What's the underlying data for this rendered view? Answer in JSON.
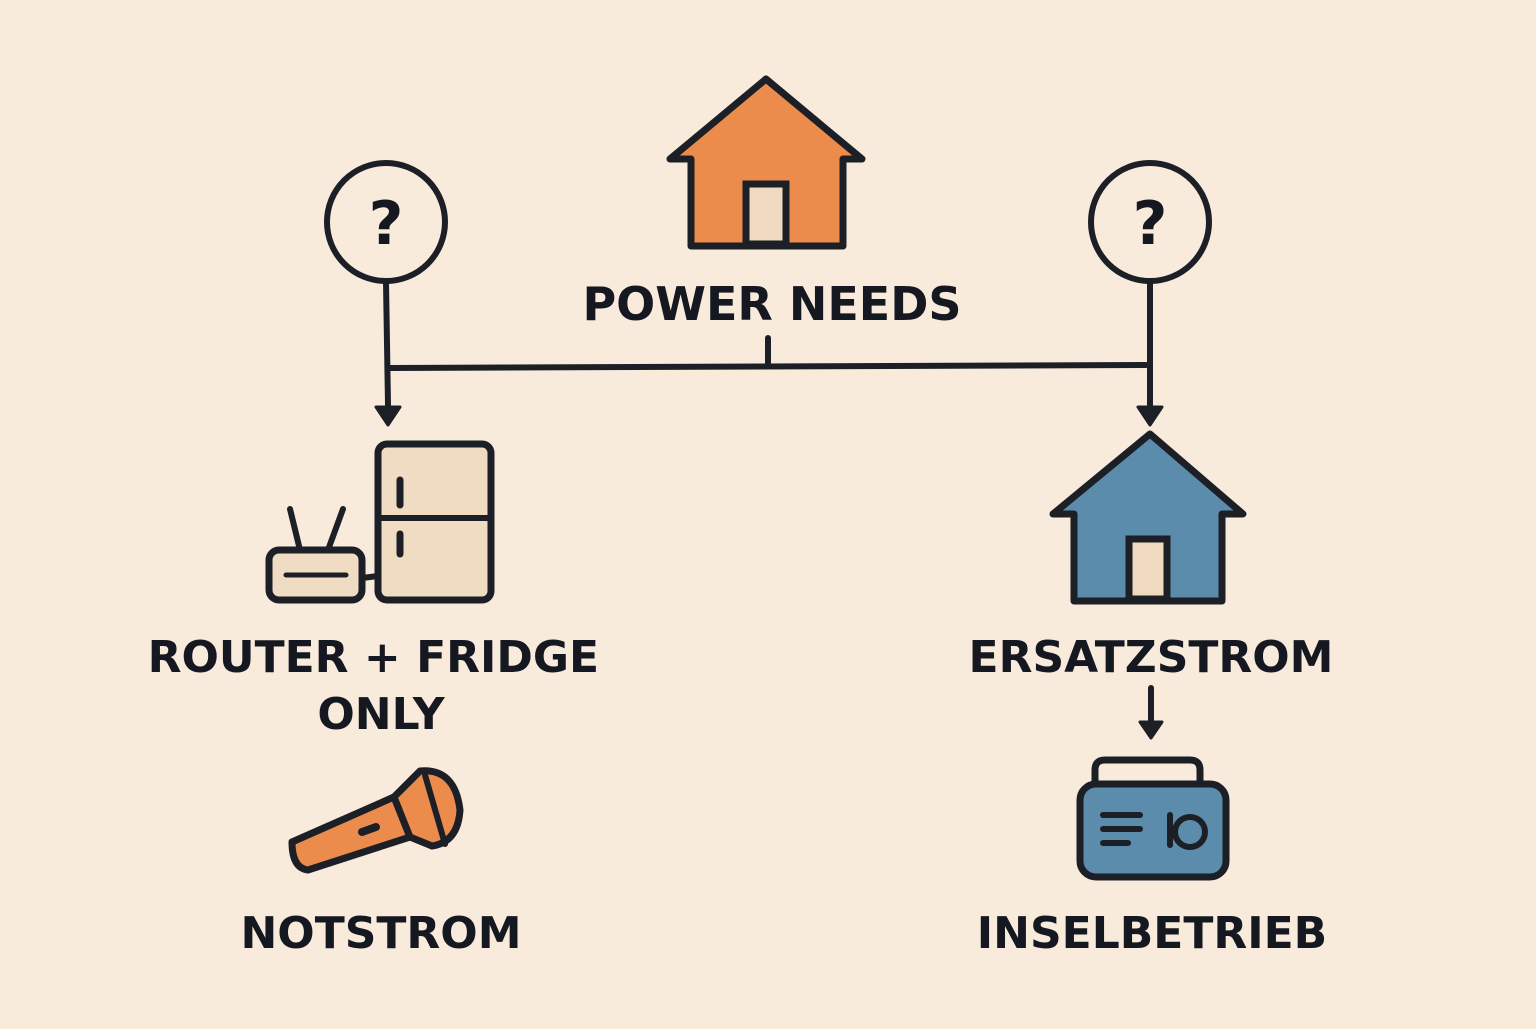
{
  "center": {
    "label": "POWER NEEDS",
    "icon": "house-icon",
    "color": "#ec8c4c"
  },
  "branches": {
    "left": {
      "question_mark": "?",
      "option_label_line1": "ROUTER + FRIDGE",
      "option_label_line2": "ONLY",
      "option_icons": [
        "router-icon",
        "fridge-icon"
      ],
      "result_label": "NOTSTROM",
      "result_icon": "flashlight-icon",
      "result_color": "#ec8c4c"
    },
    "right": {
      "question_mark": "?",
      "option_label": "ERSATZSTROM",
      "option_icon": "house-icon",
      "option_color": "#5b8cab",
      "result_label": "INSELBETRIEB",
      "result_icon": "generator-icon",
      "result_color": "#5b8cab"
    }
  },
  "colors": {
    "background": "#f8ebdc",
    "ink": "#1c1f26",
    "door": "#efd9bf",
    "fridge": "#efdcc3"
  }
}
